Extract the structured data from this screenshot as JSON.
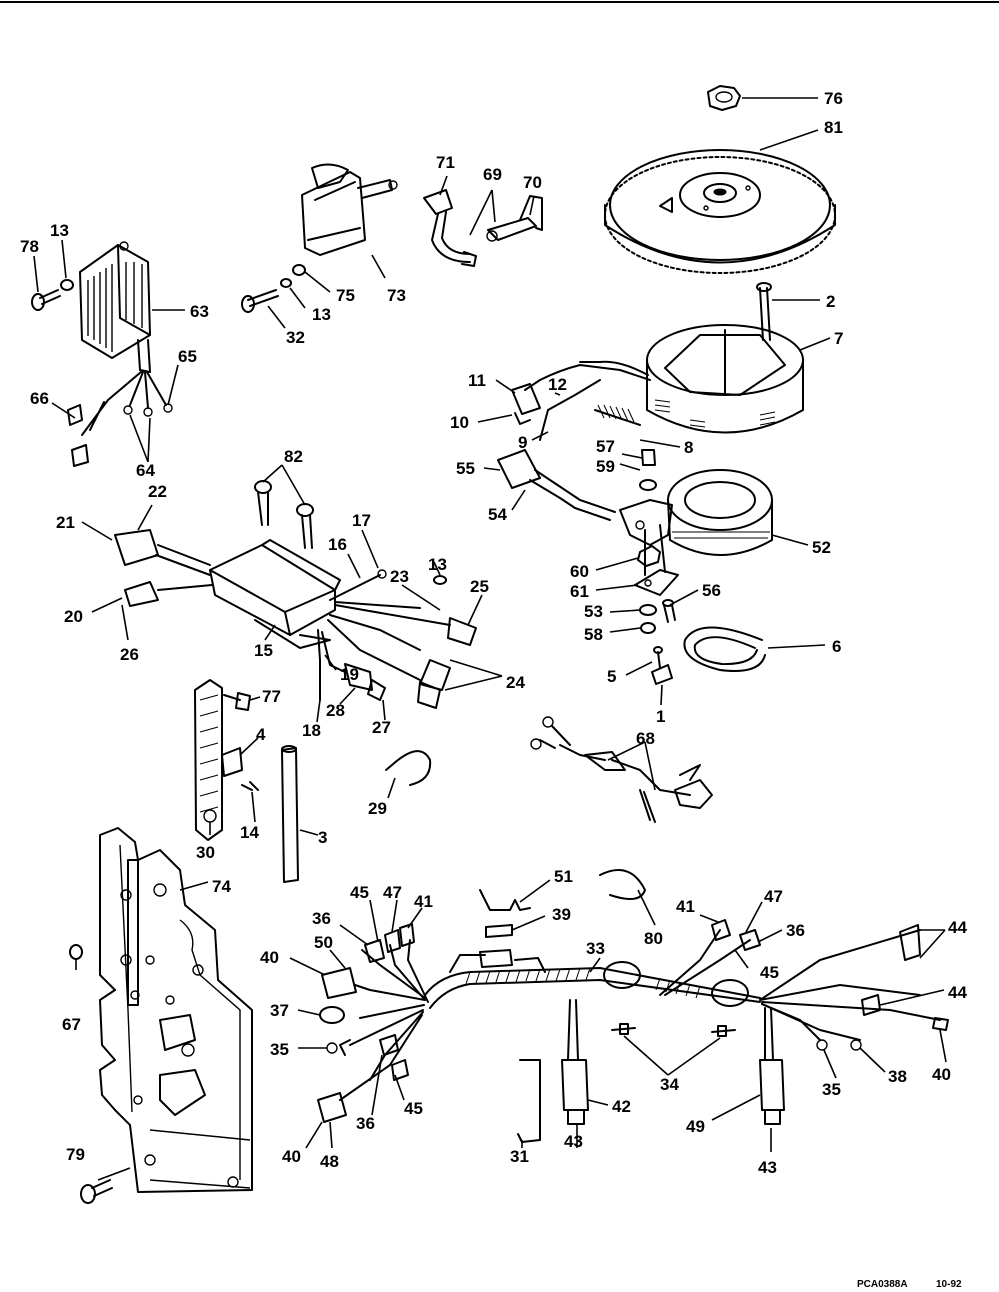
{
  "diagram": {
    "labels": [
      {
        "id": "p76",
        "text": "76"
      },
      {
        "id": "p81",
        "text": "81"
      },
      {
        "id": "p71",
        "text": "71"
      },
      {
        "id": "p69",
        "text": "69"
      },
      {
        "id": "p70",
        "text": "70"
      },
      {
        "id": "p13a",
        "text": "13"
      },
      {
        "id": "p78",
        "text": "78"
      },
      {
        "id": "p63",
        "text": "63"
      },
      {
        "id": "p75",
        "text": "75"
      },
      {
        "id": "p73",
        "text": "73"
      },
      {
        "id": "p13b",
        "text": "13"
      },
      {
        "id": "p32",
        "text": "32"
      },
      {
        "id": "p2",
        "text": "2"
      },
      {
        "id": "p7",
        "text": "7"
      },
      {
        "id": "p65",
        "text": "65"
      },
      {
        "id": "p66",
        "text": "66"
      },
      {
        "id": "p64",
        "text": "64"
      },
      {
        "id": "p11",
        "text": "11"
      },
      {
        "id": "p12",
        "text": "12"
      },
      {
        "id": "p10",
        "text": "10"
      },
      {
        "id": "p9",
        "text": "9"
      },
      {
        "id": "p8",
        "text": "8"
      },
      {
        "id": "p57",
        "text": "57"
      },
      {
        "id": "p59",
        "text": "59"
      },
      {
        "id": "p55",
        "text": "55"
      },
      {
        "id": "p54",
        "text": "54"
      },
      {
        "id": "p52",
        "text": "52"
      },
      {
        "id": "p82",
        "text": "82"
      },
      {
        "id": "p22",
        "text": "22"
      },
      {
        "id": "p21",
        "text": "21"
      },
      {
        "id": "p17",
        "text": "17"
      },
      {
        "id": "p16",
        "text": "16"
      },
      {
        "id": "p13c",
        "text": "13"
      },
      {
        "id": "p23",
        "text": "23"
      },
      {
        "id": "p25",
        "text": "25"
      },
      {
        "id": "p60",
        "text": "60"
      },
      {
        "id": "p61",
        "text": "61"
      },
      {
        "id": "p56",
        "text": "56"
      },
      {
        "id": "p53",
        "text": "53"
      },
      {
        "id": "p58",
        "text": "58"
      },
      {
        "id": "p20",
        "text": "20"
      },
      {
        "id": "p26",
        "text": "26"
      },
      {
        "id": "p15",
        "text": "15"
      },
      {
        "id": "p6",
        "text": "6"
      },
      {
        "id": "p5",
        "text": "5"
      },
      {
        "id": "p19",
        "text": "19"
      },
      {
        "id": "p24",
        "text": "24"
      },
      {
        "id": "p28",
        "text": "28"
      },
      {
        "id": "p27",
        "text": "27"
      },
      {
        "id": "p18",
        "text": "18"
      },
      {
        "id": "p77",
        "text": "77"
      },
      {
        "id": "p1",
        "text": "1"
      },
      {
        "id": "p4",
        "text": "4"
      },
      {
        "id": "p68",
        "text": "68"
      },
      {
        "id": "p29",
        "text": "29"
      },
      {
        "id": "p14",
        "text": "14"
      },
      {
        "id": "p3",
        "text": "3"
      },
      {
        "id": "p30",
        "text": "30"
      },
      {
        "id": "p74",
        "text": "74"
      },
      {
        "id": "p51",
        "text": "51"
      },
      {
        "id": "p39",
        "text": "39"
      },
      {
        "id": "p80",
        "text": "80"
      },
      {
        "id": "p45a",
        "text": "45"
      },
      {
        "id": "p47a",
        "text": "47"
      },
      {
        "id": "p41a",
        "text": "41"
      },
      {
        "id": "p36a",
        "text": "36"
      },
      {
        "id": "p41b",
        "text": "41"
      },
      {
        "id": "p47b",
        "text": "47"
      },
      {
        "id": "p44a",
        "text": "44"
      },
      {
        "id": "p40a",
        "text": "40"
      },
      {
        "id": "p50",
        "text": "50"
      },
      {
        "id": "p36b",
        "text": "36"
      },
      {
        "id": "p33",
        "text": "33"
      },
      {
        "id": "p45b",
        "text": "45"
      },
      {
        "id": "p44b",
        "text": "44"
      },
      {
        "id": "p67",
        "text": "67"
      },
      {
        "id": "p37",
        "text": "37"
      },
      {
        "id": "p35a",
        "text": "35"
      },
      {
        "id": "p34",
        "text": "34"
      },
      {
        "id": "p42",
        "text": "42"
      },
      {
        "id": "p45c",
        "text": "45"
      },
      {
        "id": "p36c",
        "text": "36"
      },
      {
        "id": "p49",
        "text": "49"
      },
      {
        "id": "p35b",
        "text": "35"
      },
      {
        "id": "p38",
        "text": "38"
      },
      {
        "id": "p40b",
        "text": "40"
      },
      {
        "id": "p43a",
        "text": "43"
      },
      {
        "id": "p31",
        "text": "31"
      },
      {
        "id": "p79",
        "text": "79"
      },
      {
        "id": "p40c",
        "text": "40"
      },
      {
        "id": "p48",
        "text": "48"
      },
      {
        "id": "p43b",
        "text": "43"
      }
    ],
    "footer": {
      "code": "PCA0388A",
      "date": "10-92"
    }
  }
}
